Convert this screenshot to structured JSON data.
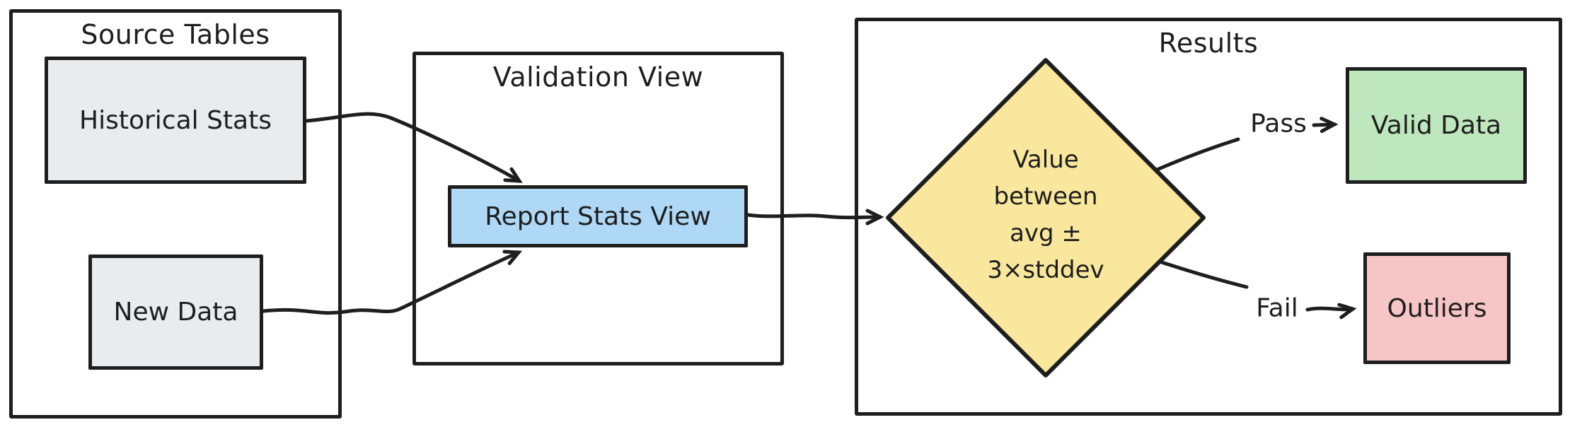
{
  "canvas": {
    "background": "#ffffff",
    "stroke_color": "#1e1e1e"
  },
  "containers": {
    "source": {
      "title": "Source Tables"
    },
    "validation": {
      "title": "Validation View"
    },
    "results": {
      "title": "Results"
    }
  },
  "nodes": {
    "historical": {
      "label": "Historical Stats",
      "fill": "#e8ecef"
    },
    "new_data": {
      "label": "New Data",
      "fill": "#e8ecef"
    },
    "report_view": {
      "label": "Report Stats View",
      "fill": "#aed8f5"
    },
    "decision": {
      "lines": [
        "Value",
        "between",
        "avg ±",
        "3×stddev"
      ],
      "fill": "#f8e79c"
    },
    "valid": {
      "label": "Valid Data",
      "fill": "#bfe7bd"
    },
    "outliers": {
      "label": "Outliers",
      "fill": "#f6c6c6"
    }
  },
  "edges": {
    "pass_label": "Pass",
    "fail_label": "Fail"
  }
}
